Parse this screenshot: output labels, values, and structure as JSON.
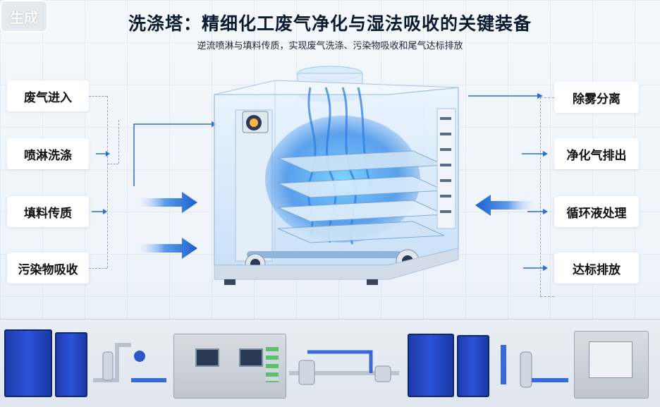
{
  "title": "洗涤塔：精细化工废气净化与湿法吸收的关键装备",
  "subtitle": "逆流喷淋与填料传质，实现废气洗涤、污染物吸收和尾气达标排放",
  "watermark": "生成",
  "left_labels": [
    "废气进入",
    "喷淋洗涤",
    "填料传质",
    "污染物吸收"
  ],
  "right_labels": [
    "除雾分离",
    "净化气排出",
    "循环液处理",
    "达标排放"
  ],
  "colors": {
    "accent": "#2a6fd0",
    "title": "#0c1a30",
    "equipment_blue": "#2440c0"
  }
}
